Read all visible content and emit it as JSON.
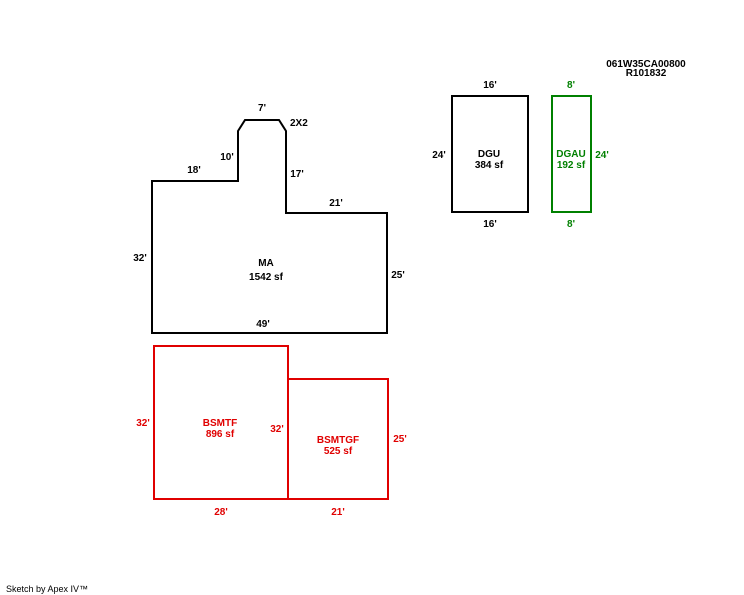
{
  "header": {
    "parcel_id": "061W35CA00800",
    "record_no": "R101832"
  },
  "footer": {
    "credit": "Sketch by Apex IV™"
  },
  "colors": {
    "main": "#000000",
    "basement": "#e00000",
    "garage_addition": "#008000"
  },
  "areas": {
    "ma": {
      "code": "MA",
      "area": "1542 sf",
      "dims": {
        "top_cap": "7'",
        "cap_note": "2X2",
        "left_step": "10'",
        "left_top": "18'",
        "right_step": "17'",
        "right_top": "21'",
        "left": "32'",
        "right": "25'",
        "bottom": "49'"
      }
    },
    "dgu": {
      "code": "DGU",
      "area": "384 sf",
      "dims": {
        "top": "16'",
        "bottom": "16'",
        "left": "24'"
      }
    },
    "dgau": {
      "code": "DGAU",
      "area": "192 sf",
      "dims": {
        "top": "8'",
        "bottom": "8'",
        "right": "24'"
      }
    },
    "bsmtf": {
      "code": "BSMTF",
      "area": "896 sf",
      "dims": {
        "left": "32'",
        "right": "32'",
        "bottom": "28'"
      }
    },
    "bsmtgf": {
      "code": "BSMTGF",
      "area": "525 sf",
      "dims": {
        "right": "25'",
        "bottom": "21'"
      }
    }
  }
}
